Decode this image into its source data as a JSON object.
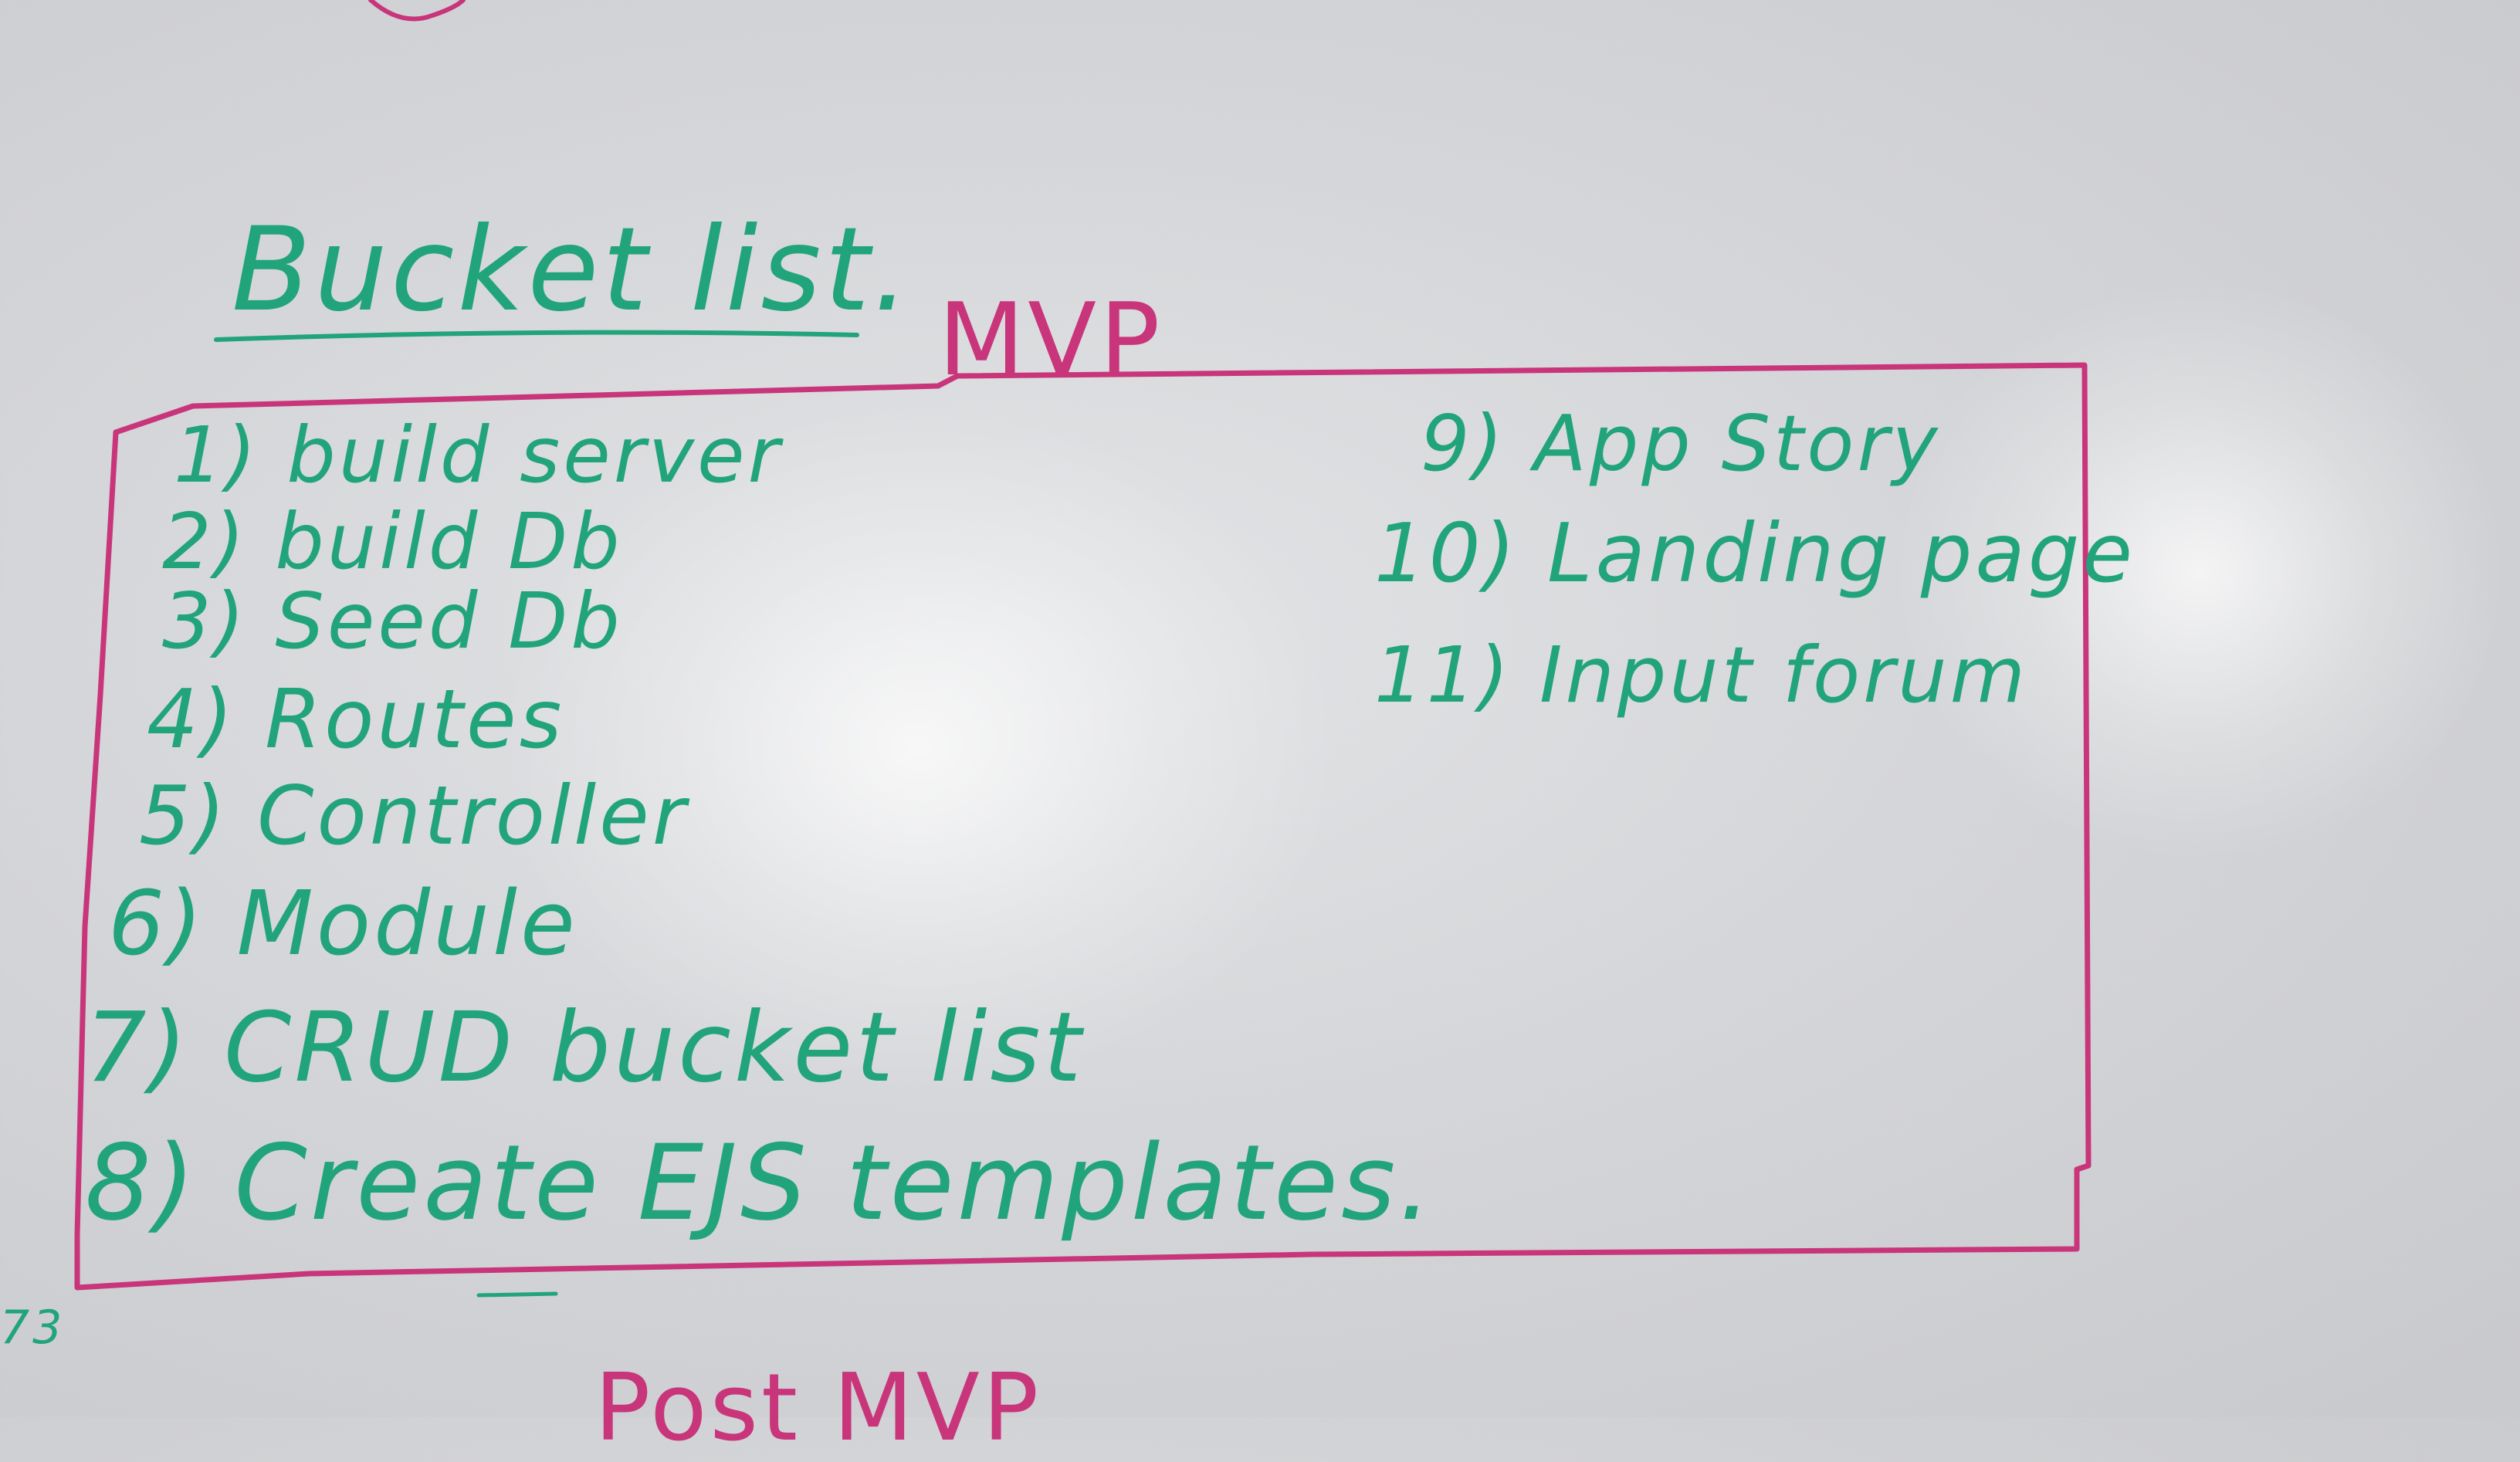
{
  "colors": {
    "marker_green": "#22a47b",
    "marker_pink": "#c8357a",
    "board": "#d8d9dc"
  },
  "whiteboard": {
    "title": "Bucket list.",
    "box_label": "MVP",
    "left_items": [
      "1) build server",
      "2) build Db",
      "3) Seed Db",
      "4) Routes",
      "5) Controller",
      "6) Module",
      "7) CRUD bucket  list",
      "8) Create  EJS templates."
    ],
    "right_items": [
      "9) App Story",
      "10) Landing page",
      "11) Input forum"
    ],
    "bottom_label": "Post MVP",
    "corner_mark": "73"
  }
}
